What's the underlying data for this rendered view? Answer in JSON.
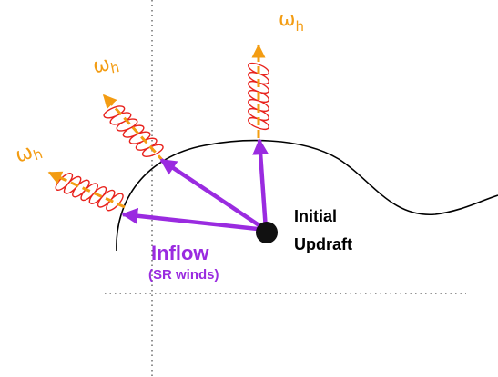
{
  "labels": {
    "updraft_line1": "Initial",
    "updraft_line2": "Updraft",
    "inflow": "Inflow",
    "sr_winds": "(SR winds)",
    "omega": "ω",
    "omega_sub": "h"
  },
  "colors": {
    "inflow_arrow": "#9A2BE0",
    "vorticity_arrow": "#F39C12",
    "helix": "#E8231E",
    "inflow_text": "#9A2BE0",
    "omega_text": "#F39C12",
    "outline": "#000000",
    "guide_line": "#555555",
    "updraft_dot": "#111111"
  },
  "icons": {
    "updraft": "filled-circle",
    "vorticity": "helix-with-arrow"
  }
}
